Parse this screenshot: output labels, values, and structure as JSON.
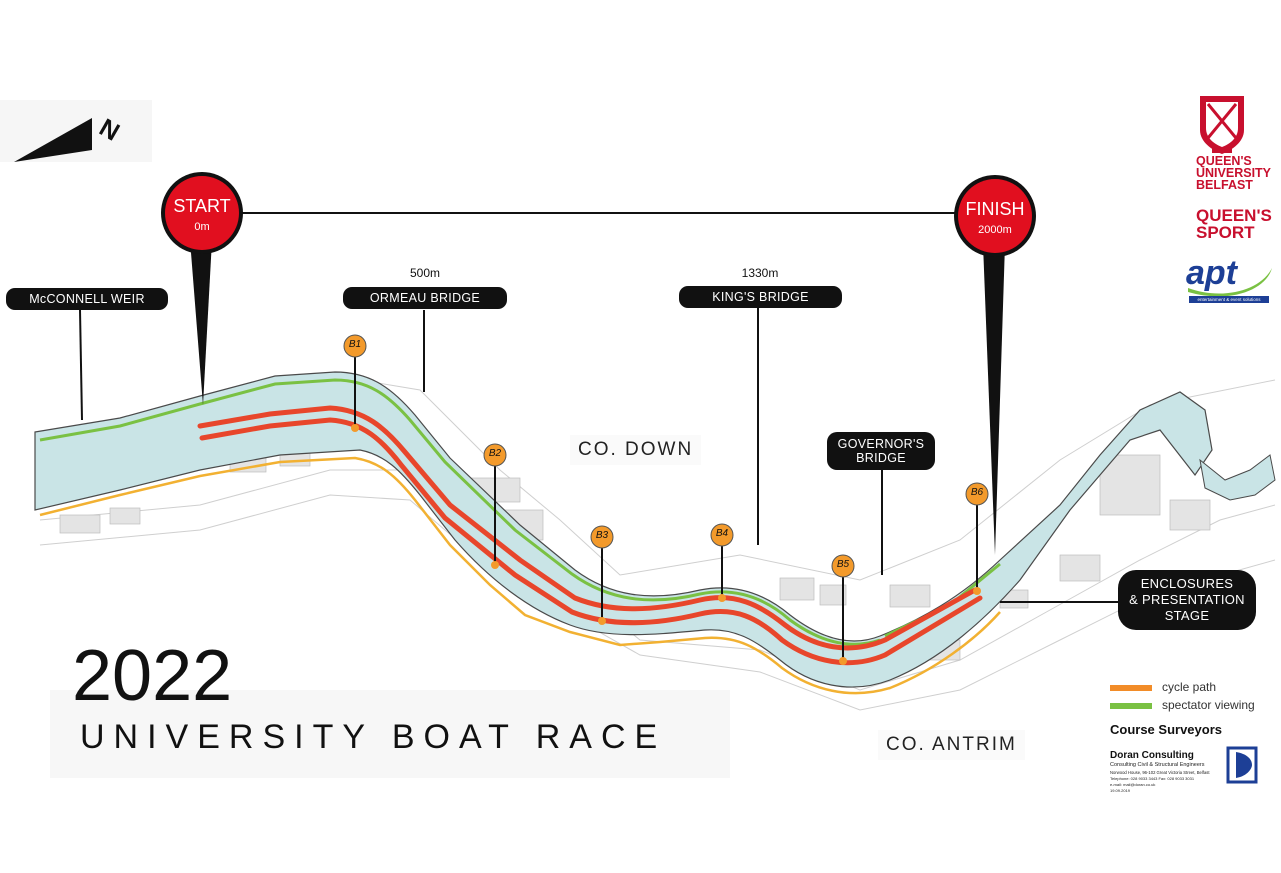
{
  "title": {
    "year": "2022",
    "subtitle": "UNIVERSITY BOAT RACE"
  },
  "compass": {
    "label": "N"
  },
  "start": {
    "label": "START",
    "distance": "0m"
  },
  "finish": {
    "label": "FINISH",
    "distance": "2000m"
  },
  "landmarks": [
    {
      "name": "McCONNELL WEIR",
      "distance": ""
    },
    {
      "name": "ORMEAU BRIDGE",
      "distance": "500m"
    },
    {
      "name": "KING'S BRIDGE",
      "distance": "1330m"
    },
    {
      "name": "GOVERNOR'S BRIDGE",
      "line1": "GOVERNOR'S",
      "line2": "BRIDGE"
    },
    {
      "name": "ENCLOSURES & PRESENTATION STAGE",
      "line1": "ENCLOSURES",
      "line2": "& PRESENTATION",
      "line3": "STAGE"
    }
  ],
  "counties": {
    "north": "CO. DOWN",
    "south": "CO. ANTRIM"
  },
  "buoys": [
    "B1",
    "B2",
    "B3",
    "B4",
    "B5",
    "B6"
  ],
  "legend": [
    {
      "label": "cycle path",
      "color": "#f28c28"
    },
    {
      "label": "spectator viewing",
      "color": "#7ac143"
    }
  ],
  "surveyors": {
    "heading": "Course Surveyors",
    "company": "Doran Consulting",
    "tagline": "Consulting Civil & Structural Engineers",
    "address": "Norwood House, 96-102 Great Victoria Street, Belfast",
    "contact": "Telephone: 028 9033 3443   Fax: 028 9033 3031",
    "email": "e-mail: mail@doran.co.uk",
    "date": "19.09.2019"
  },
  "logos": {
    "qub_line1": "QUEEN'S",
    "qub_line2": "UNIVERSITY",
    "qub_line3": "BELFAST",
    "sport_line1": "QUEEN'S",
    "sport_line2": "SPORT",
    "apt": "apt",
    "apt_tagline": "entertainment & event solutions"
  },
  "colors": {
    "water": "#c9e4e6",
    "lane": "#e8462b",
    "marker": "#e10f1f",
    "buoy": "#f39a2b",
    "cycle": "#f28c28",
    "spectator": "#7ac143",
    "qub_red": "#c8102e",
    "apt_blue": "#1d3f96"
  }
}
